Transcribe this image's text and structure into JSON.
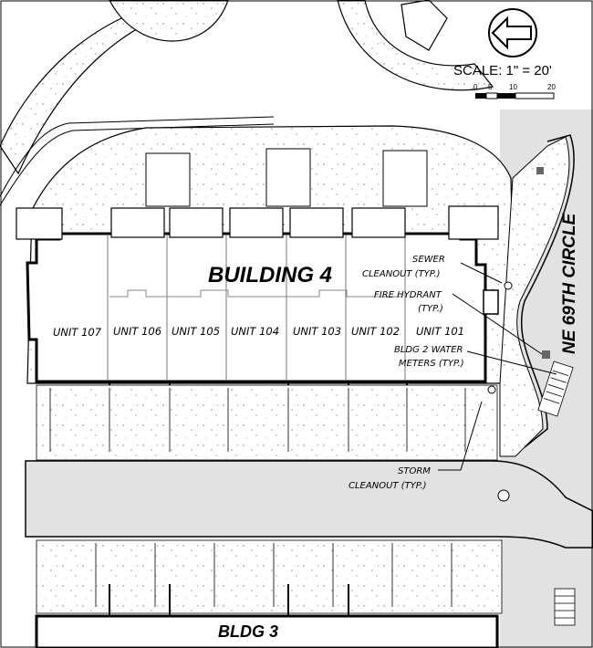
{
  "title": {
    "building": "BUILDING 4",
    "bldg3": "BLDG 3"
  },
  "street": "NE 69TH CIRCLE",
  "units": [
    "UNIT 107",
    "UNIT 106",
    "UNIT 105",
    "UNIT 104",
    "UNIT 103",
    "UNIT 102",
    "UNIT 101"
  ],
  "scale": {
    "label": "SCALE: 1\" = 20'",
    "ticks": [
      "0",
      "5",
      "10",
      "20"
    ]
  },
  "callouts": {
    "sewer": [
      "SEWER",
      "CLEANOUT (TYP.)"
    ],
    "hydrant": [
      "FIRE HYDRANT",
      "(TYP.)"
    ],
    "meters": [
      "BLDG 2 WATER",
      "METERS (TYP.)"
    ],
    "storm": [
      "STORM",
      "CLEANOUT (TYP.)"
    ]
  },
  "north_arrow": "arrow-left-icon"
}
